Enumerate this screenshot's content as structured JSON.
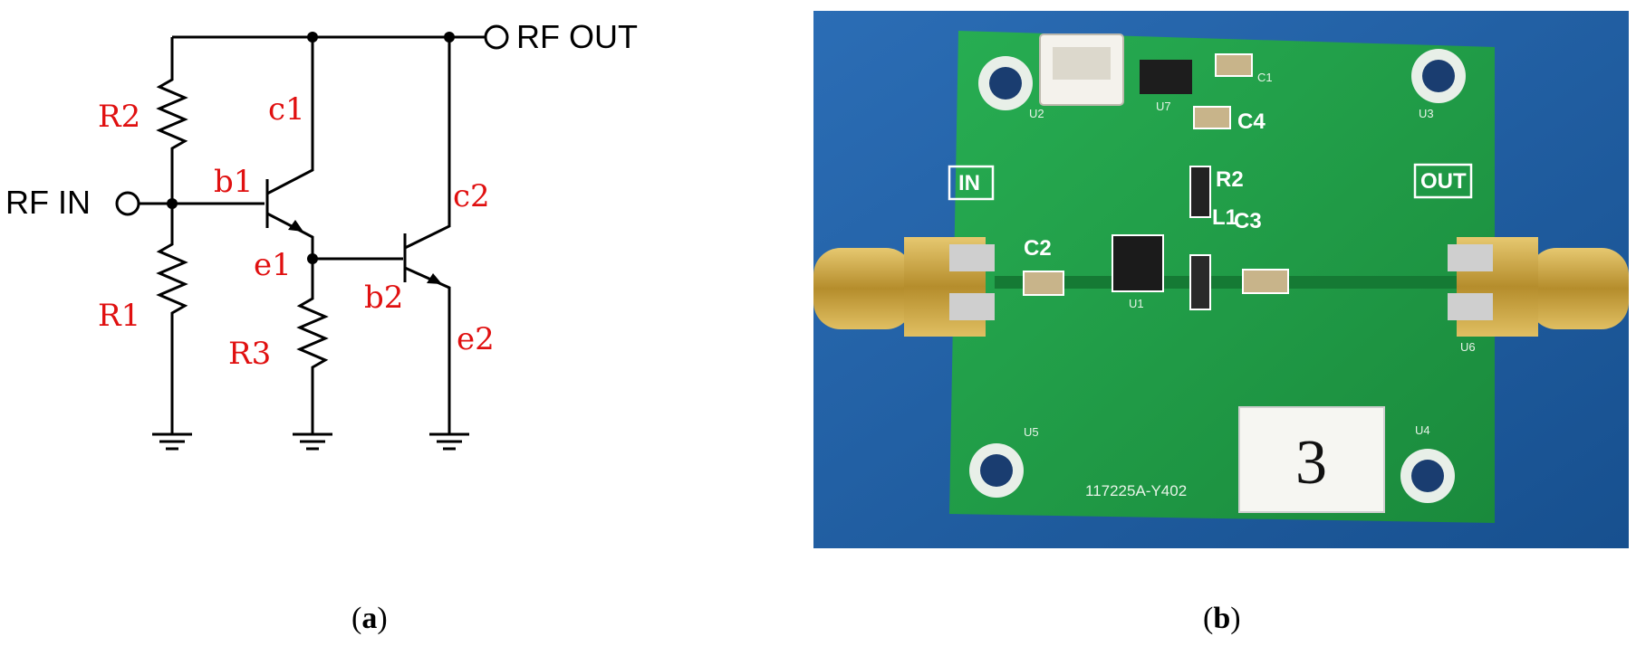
{
  "schematic": {
    "rf_in_label": "RF IN",
    "rf_out_label": "RF OUT",
    "labels": {
      "R1": "R1",
      "R2": "R2",
      "R3": "R3",
      "b1": "b1",
      "c1": "c1",
      "e1": "e1",
      "b2": "b2",
      "c2": "c2",
      "e2": "e2"
    },
    "caption_letter": "a"
  },
  "photo": {
    "silkscreen": {
      "in": "IN",
      "out": "OUT",
      "c1": "C1",
      "c2": "C2",
      "c3": "C3",
      "c4": "C4",
      "r2": "R2",
      "l1": "L1",
      "u1": "U1",
      "u2": "U2",
      "u3": "U3",
      "u4": "U4",
      "u5": "U5",
      "u6": "U6",
      "u7": "U7",
      "part_number": "117225A-Y402"
    },
    "handwritten_number": "3",
    "colors": {
      "background": "#1f5fa6",
      "pcb": "#1f9e46",
      "connector": "#c9a642"
    },
    "caption_letter": "b"
  }
}
